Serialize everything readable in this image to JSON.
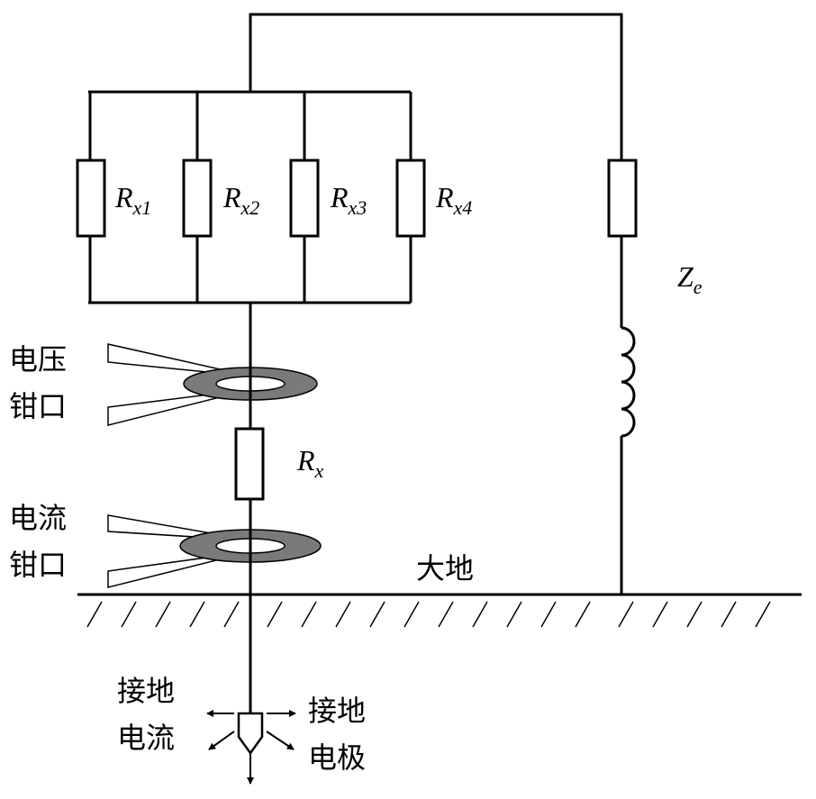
{
  "resistors": {
    "rx1": {
      "base": "R",
      "sub": "x1"
    },
    "rx2": {
      "base": "R",
      "sub": "x2"
    },
    "rx3": {
      "base": "R",
      "sub": "x3"
    },
    "rx4": {
      "base": "R",
      "sub": "x4"
    },
    "rx": {
      "base": "R",
      "sub": "x"
    }
  },
  "impedance": {
    "base": "Z",
    "sub": "e"
  },
  "clamps": {
    "voltage": {
      "line1": "电压",
      "line2": "钳口"
    },
    "current": {
      "line1": "电流",
      "line2": "钳口"
    }
  },
  "ground_label": "大地",
  "ground_current": {
    "line1": "接地",
    "line2": "电流"
  },
  "ground_electrode": {
    "line1": "接地",
    "line2": "电极"
  }
}
